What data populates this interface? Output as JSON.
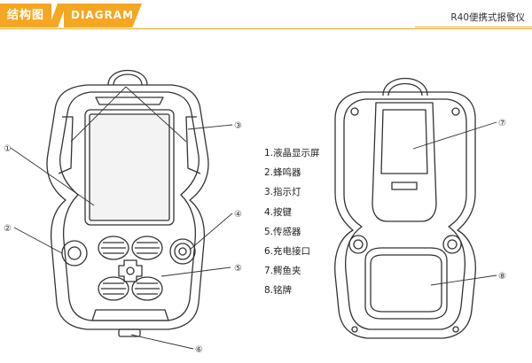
{
  "header": {
    "tag_cn": "结构图",
    "tag_en": "DIAGRAM",
    "product": "R40便携式报警仪"
  },
  "callouts": [
    "①",
    "②",
    "③",
    "④",
    "⑤",
    "⑥",
    "⑦",
    "⑧"
  ],
  "legend": [
    "1.液晶显示屏",
    "2.蜂鸣器",
    "3.指示灯",
    "4.按键",
    "5.传感器",
    "6.充电接口",
    "7.鳄鱼夹",
    "8.铭牌"
  ]
}
